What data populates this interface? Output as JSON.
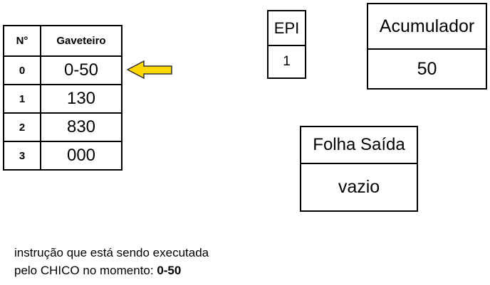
{
  "table": {
    "headers": [
      "N°",
      "Gaveteiro"
    ],
    "rows": [
      {
        "n": "0",
        "value": "0-50"
      },
      {
        "n": "1",
        "value": "130"
      },
      {
        "n": "2",
        "value": "830"
      },
      {
        "n": "3",
        "value": "000"
      }
    ],
    "pointer_row": 0,
    "arrow_color": "#FFD700"
  },
  "epi": {
    "label": "EPI",
    "value": "1"
  },
  "acumulador": {
    "label": "Acumulador",
    "value": "50"
  },
  "folha_saida": {
    "label": "Folha Saída",
    "value": "vazio"
  },
  "caption": {
    "line1": "instrução que está sendo executada",
    "line2": "pelo CHICO no momento: ",
    "current": "0-50"
  }
}
